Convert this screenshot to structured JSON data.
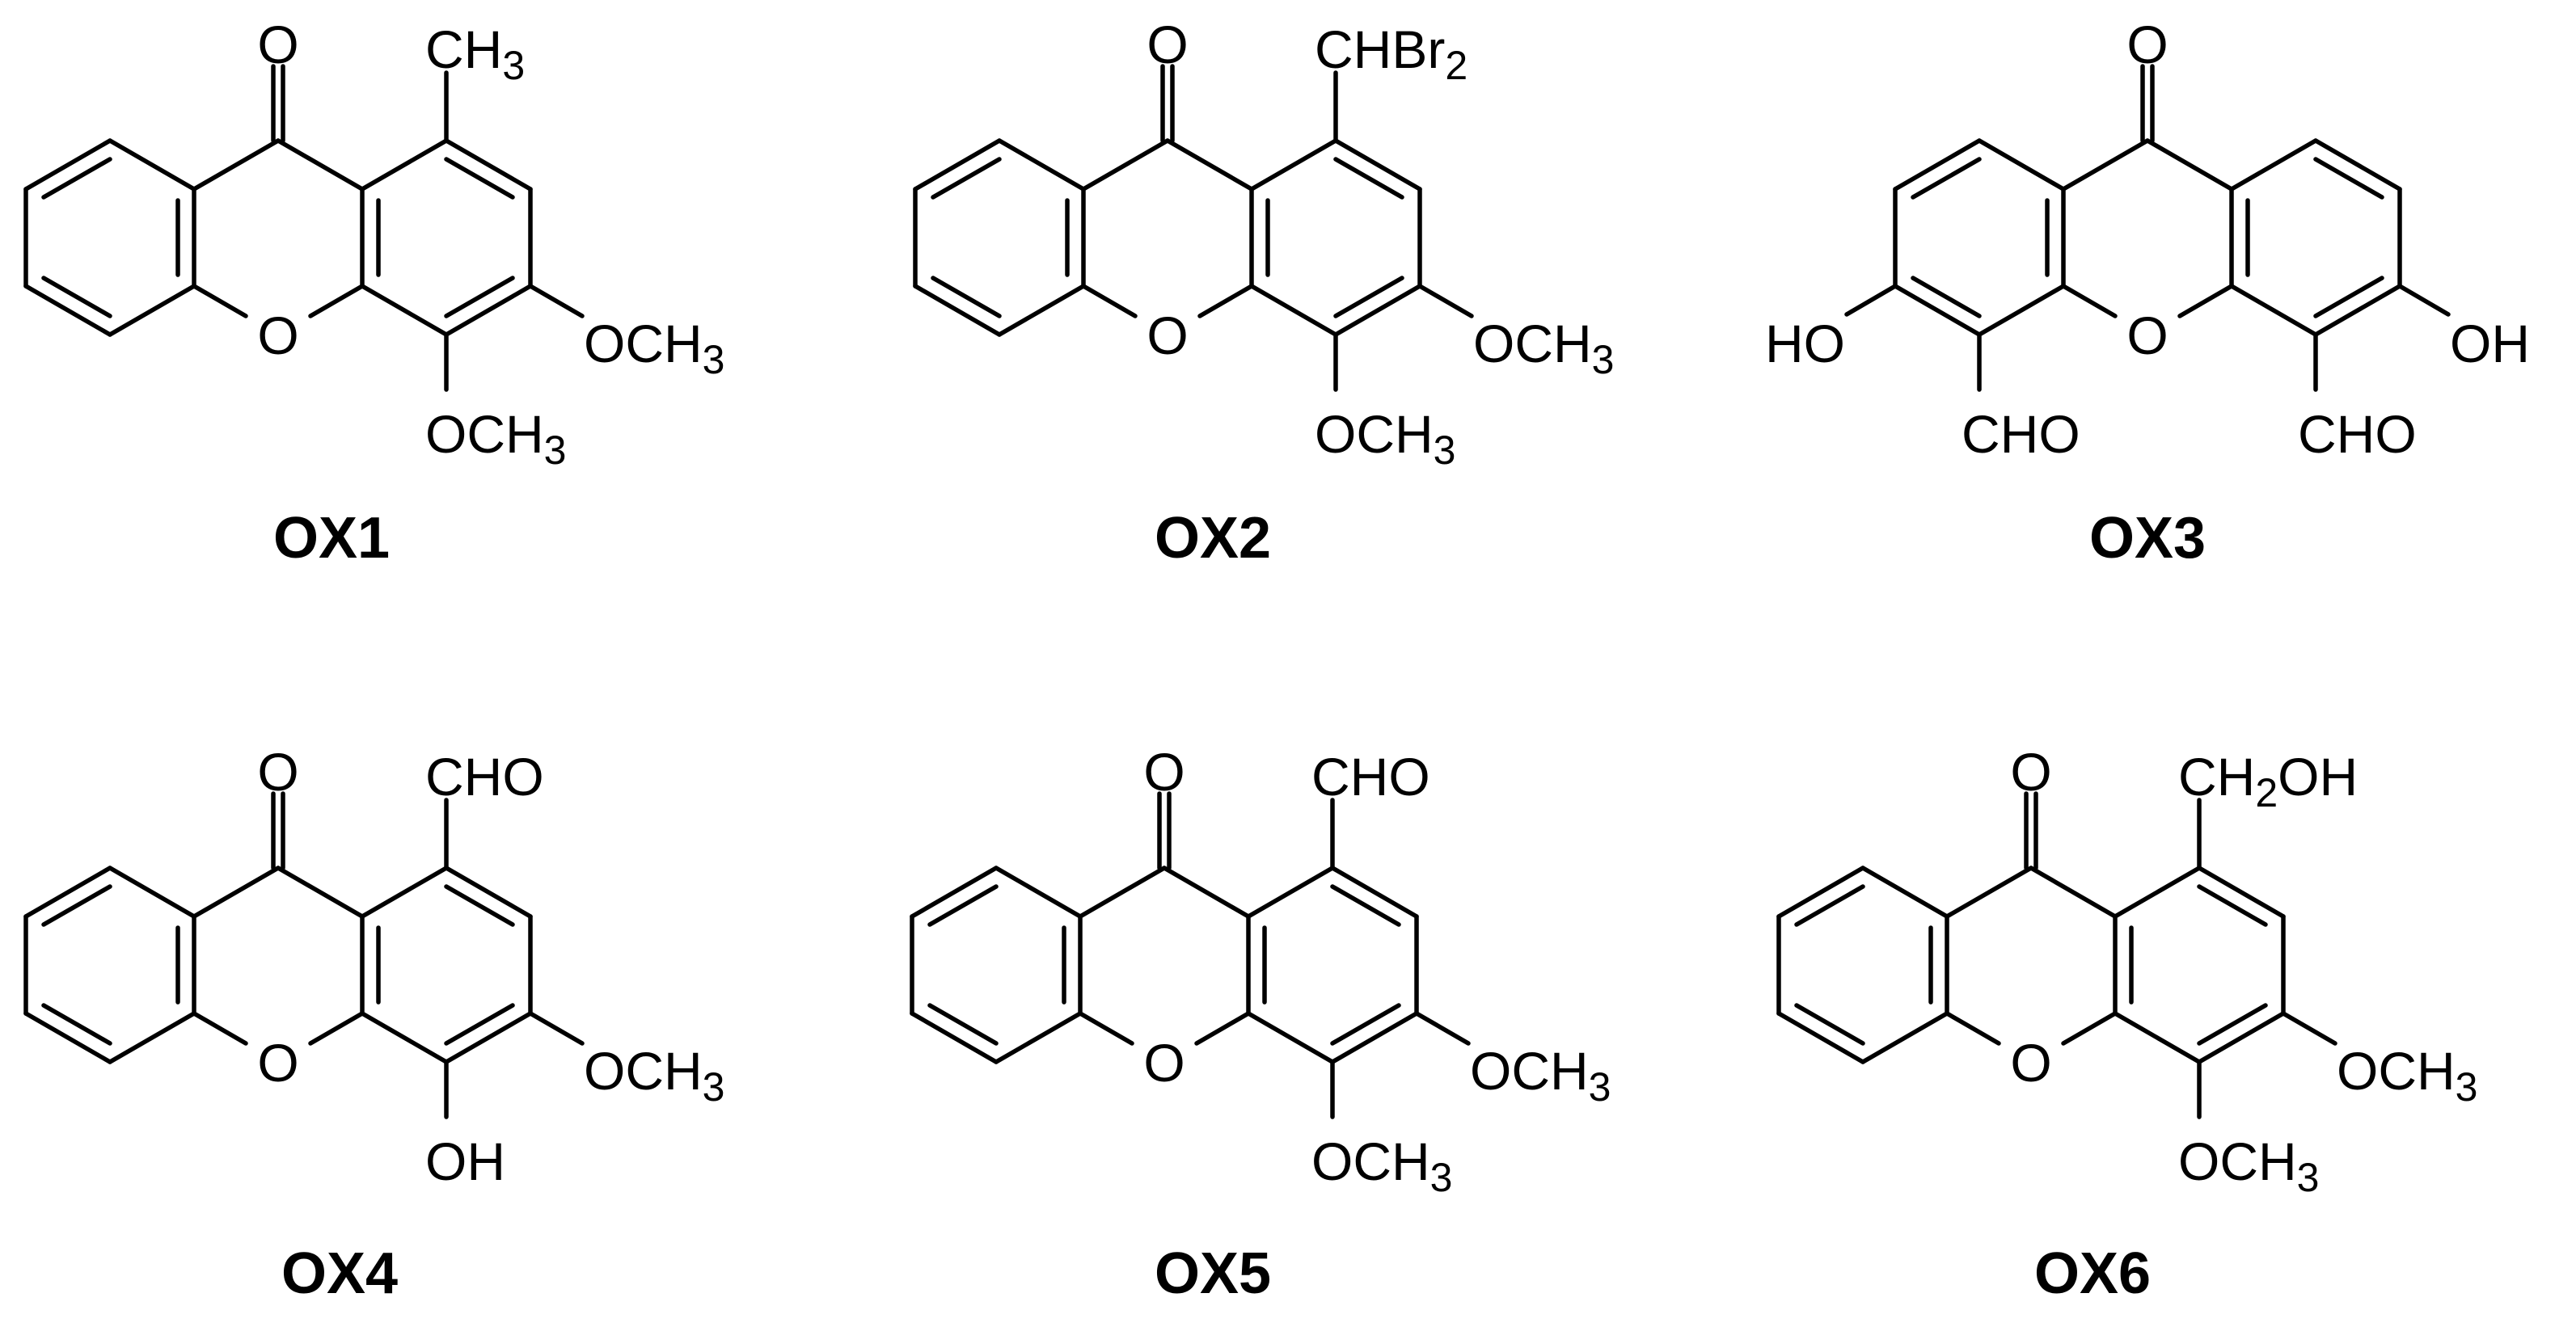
{
  "compounds": [
    {
      "id": "OX1",
      "name": "OX1",
      "ketone": "O",
      "ring_o": "O",
      "sub1": {
        "main": "CH",
        "sub": "3",
        "tail": ""
      },
      "sub3": {
        "main": "OCH",
        "sub": "3"
      },
      "sub4": {
        "main": "OCH",
        "sub": "3"
      }
    },
    {
      "id": "OX2",
      "name": "OX2",
      "ketone": "O",
      "ring_o": "O",
      "sub1": {
        "main": "CHBr",
        "sub": "2",
        "tail": ""
      },
      "sub3": {
        "main": "OCH",
        "sub": "3"
      },
      "sub4": {
        "main": "OCH",
        "sub": "3"
      }
    },
    {
      "id": "OX3",
      "name": "OX3",
      "ketone": "O",
      "ring_o": "O",
      "left_oh": "HO",
      "right_oh": "OH",
      "left_cho": "CHO",
      "right_cho": "CHO"
    },
    {
      "id": "OX4",
      "name": "OX4",
      "ketone": "O",
      "ring_o": "O",
      "sub1": {
        "main": "CHO",
        "sub": "",
        "tail": ""
      },
      "sub3": {
        "main": "OCH",
        "sub": "3"
      },
      "sub4": {
        "main": "OH",
        "sub": ""
      }
    },
    {
      "id": "OX5",
      "name": "OX5",
      "ketone": "O",
      "ring_o": "O",
      "sub1": {
        "main": "CHO",
        "sub": "",
        "tail": ""
      },
      "sub3": {
        "main": "OCH",
        "sub": "3"
      },
      "sub4": {
        "main": "OCH",
        "sub": "3"
      }
    },
    {
      "id": "OX6",
      "name": "OX6",
      "ketone": "O",
      "ring_o": "O",
      "sub1": {
        "main": "CH",
        "sub": "2",
        "tail": "OH"
      },
      "sub3": {
        "main": "OCH",
        "sub": "3"
      },
      "sub4": {
        "main": "OCH",
        "sub": "3"
      }
    }
  ]
}
